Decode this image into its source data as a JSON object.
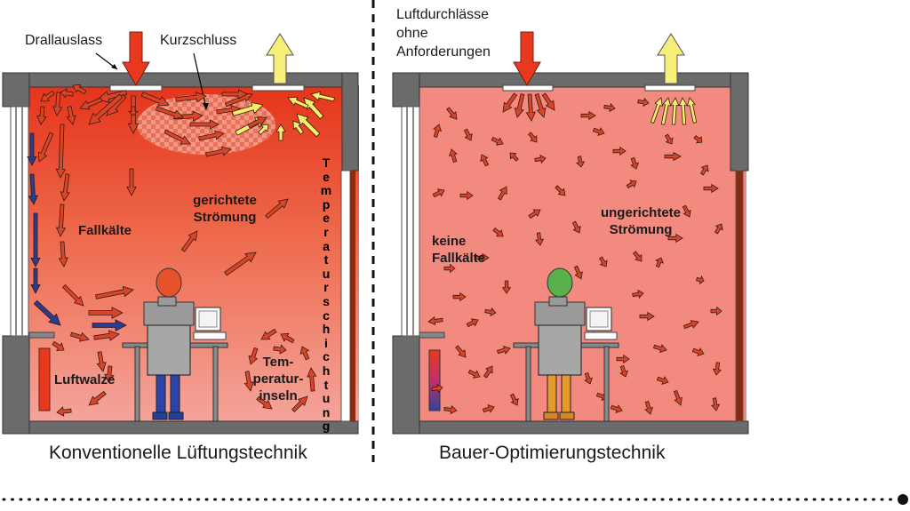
{
  "left_panel": {
    "caption": "Konventionelle Lüftungstechnik",
    "label_drallauslass": "Drallauslass",
    "label_kurzschluss": "Kurzschluss",
    "label_gerichtete_1": "gerichtete",
    "label_gerichtete_2": "Strömung",
    "label_fallkaelte": "Fallkälte",
    "label_luftwalze": "Luftwalze",
    "label_temp_1": "Tem-",
    "label_temp_2": "peratur-",
    "label_temp_3": "inseln",
    "label_vertical": "Temperaturschichtung"
  },
  "right_panel": {
    "caption": "Bauer-Optimierungstechnik",
    "label_luft_1": "Luftdurchlässe",
    "label_luft_2": "ohne",
    "label_luft_3": "Anforderungen",
    "label_ungerichtete_1": "ungerichtete",
    "label_ungerichtete_2": "Strömung",
    "label_keine_1": "keine",
    "label_keine_2": "Fallkälte"
  },
  "colors": {
    "room_left_top": "#e8391e",
    "room_left_bottom": "#f39a92",
    "room_right": "#f28a80",
    "wall": "#6b6b6b",
    "supply_arrow": "#e8391e",
    "exhaust_arrow": "#f6f07a",
    "cold_arrow": "#2a3c8f",
    "head_left": "#e8522a",
    "head_right": "#5ab04a"
  }
}
